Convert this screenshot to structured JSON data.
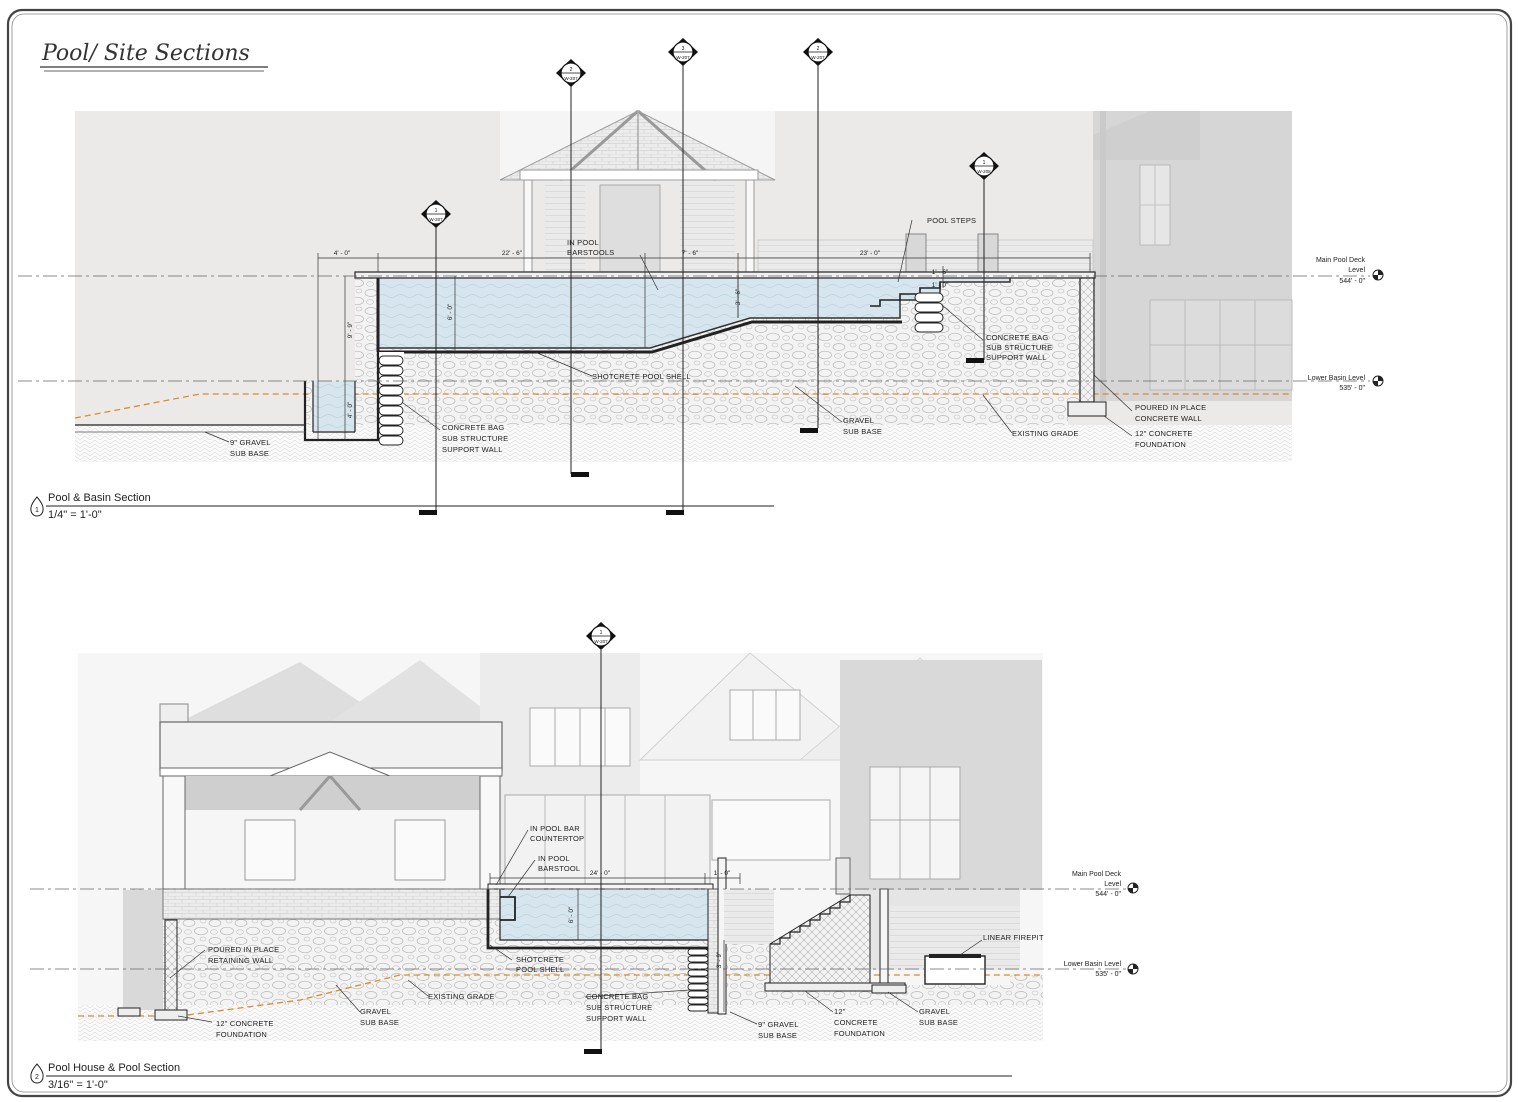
{
  "sheet_title": "Pool/ Site Sections",
  "section1": {
    "title": "Pool & Basin Section",
    "number": "1",
    "scale": "1/4\" = 1'-0\"",
    "labels": {
      "in_pool_barstools_1": "IN POOL",
      "in_pool_barstools_2": "BARSTOOLS",
      "pool_steps": "POOL STEPS",
      "concrete_bag_right_1": "CONCRETE BAG",
      "concrete_bag_right_2": "SUB STRUCTURE",
      "concrete_bag_right_3": "SUPPORT WALL",
      "shotcrete": "SHOTCRETE POOL SHELL",
      "concrete_bag_left_1": "CONCRETE BAG",
      "concrete_bag_left_2": "SUB STRUCTURE",
      "concrete_bag_left_3": "SUPPORT WALL",
      "gravel_left_1": "9\" GRAVEL",
      "gravel_left_2": "SUB BASE",
      "gravel_mid_1": "GRAVEL",
      "gravel_mid_2": "SUB BASE",
      "existing_grade": "EXISTING GRADE",
      "poured_wall_1": "POURED IN PLACE",
      "poured_wall_2": "CONCRETE WALL",
      "foundation_1": "12\" CONCRETE",
      "foundation_2": "FOUNDATION"
    },
    "dims": {
      "d1": "4' - 0\"",
      "d2": "22' - 6\"",
      "d3": "7' - 6\"",
      "d4": "23' - 0\"",
      "v1": "9' - 9\"",
      "v2": "6' - 0\"",
      "v3": "3' - 6\"",
      "v4": "4' - 0\"",
      "v5": "1' - 6\"",
      "v6": "1' - 0\""
    },
    "levels": {
      "main_1": "Main Pool Deck",
      "main_2": "Level",
      "main_elev": "544' - 0\"",
      "lower": "Lower Basin Level",
      "lower_elev": "535' - 0\""
    },
    "tags": {
      "t1_num": "1",
      "t1_ref": "W-207",
      "t2_num": "2",
      "t2_ref": "W-207",
      "t3_num": "3",
      "t3_ref": "W-207",
      "t4_num": "2",
      "t4_ref": "W-207",
      "t5_num": "1",
      "t5_ref": "W-208"
    }
  },
  "section2": {
    "title": "Pool House & Pool Section",
    "number": "2",
    "scale": "3/16\" = 1'-0\"",
    "labels": {
      "bar_counter_1": "IN POOL BAR",
      "bar_counter_2": "COUNTERTOP",
      "barstool_1": "IN POOL",
      "barstool_2": "BARSTOOL",
      "poured_wall_1": "POURED IN PLACE",
      "poured_wall_2": "RETAINING WALL",
      "shotcrete_1": "SHOTCRETE",
      "shotcrete_2": "POOL SHELL",
      "existing_grade": "EXISTING GRADE",
      "gravel_left_1": "GRAVEL",
      "gravel_left_2": "SUB BASE",
      "foundation_left_1": "12\" CONCRETE",
      "foundation_left_2": "FOUNDATION",
      "concrete_bag_1": "CONCRETE BAG",
      "concrete_bag_2": "SUB STRUCTURE",
      "concrete_bag_3": "SUPPORT WALL",
      "gravel_9_1": "9\" GRAVEL",
      "gravel_9_2": "SUB BASE",
      "foundation_right_1": "12\"",
      "foundation_right_2": "CONCRETE",
      "foundation_right_3": "FOUNDATION",
      "gravel_right_1": "GRAVEL",
      "gravel_right_2": "SUB BASE",
      "linear_firepit": "LINEAR FIREPIT"
    },
    "dims": {
      "d1": "24' - 0\"",
      "d2": "1' - 0\"",
      "v1": "6' - 0\"",
      "v2": "3' - 9\""
    },
    "levels": {
      "main_1": "Main Pool Deck",
      "main_2": "Level",
      "main_elev": "544' - 0\"",
      "lower": "Lower Basin Level",
      "lower_elev": "535' - 0\""
    },
    "tags": {
      "t1_num": "1",
      "t1_ref": "W-207"
    }
  }
}
